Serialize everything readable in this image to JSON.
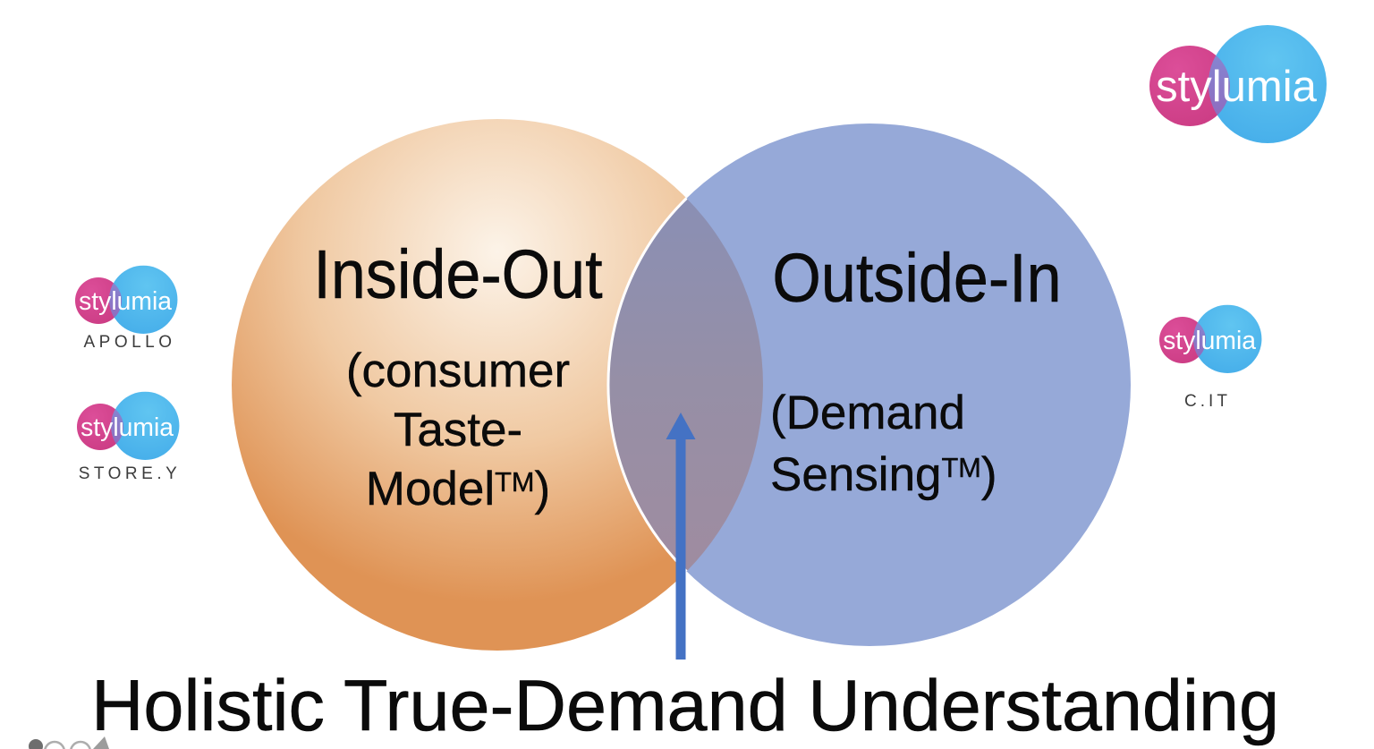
{
  "venn": {
    "left": {
      "title": "Inside-Out",
      "sub1": "(consumer",
      "sub2": "Taste-",
      "sub3": "Model",
      "tm": "TM",
      "close": ")"
    },
    "right": {
      "title": "Outside-In",
      "sub1": "(Demand",
      "sub2": "Sensing",
      "tm": "TM",
      "close": ")"
    },
    "caption": "Holistic True-Demand Understanding",
    "colors": {
      "left_fill_edge": "#DF9355",
      "left_fill_center": "#FCF3E8",
      "right_fill": "#96A9D8",
      "overlap_top": "#8A8FB4",
      "overlap_bottom": "#9F8CA0",
      "arrow": "#4472C4"
    }
  },
  "logos": {
    "brand_text": "stylumia",
    "pink": "#D8428F",
    "blue": "#45AFE9",
    "overlap": "#8489D4",
    "apollo_label": "APOLLO",
    "storey_label": "STORE.Y",
    "cit_label": "C.IT"
  }
}
